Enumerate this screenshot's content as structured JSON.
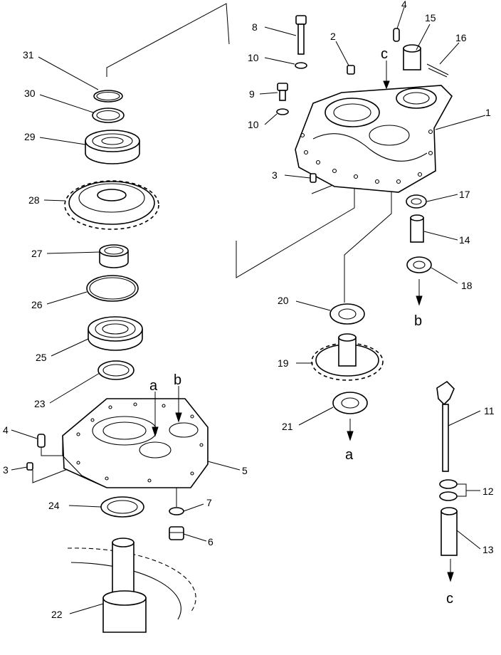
{
  "diagram": {
    "part_numbers": {
      "p1": "1",
      "p2": "2",
      "p3a": "3",
      "p3b": "3",
      "p4a": "4",
      "p4b": "4",
      "p5": "5",
      "p6": "6",
      "p7": "7",
      "p8": "8",
      "p9": "9",
      "p10a": "10",
      "p10b": "10",
      "p11": "11",
      "p12": "12",
      "p13": "13",
      "p14": "14",
      "p15": "15",
      "p16": "16",
      "p17": "17",
      "p18": "18",
      "p19": "19",
      "p20": "20",
      "p21": "21",
      "p22": "22",
      "p23": "23",
      "p24": "24",
      "p25": "25",
      "p26": "26",
      "p27": "27",
      "p28": "28",
      "p29": "29",
      "p30": "30",
      "p31": "31"
    },
    "flow_letters": {
      "a_case": "a",
      "b_case": "b",
      "c_top": "c",
      "b_arrow": "b",
      "a_arrow": "a",
      "c_arrow": "c"
    }
  }
}
